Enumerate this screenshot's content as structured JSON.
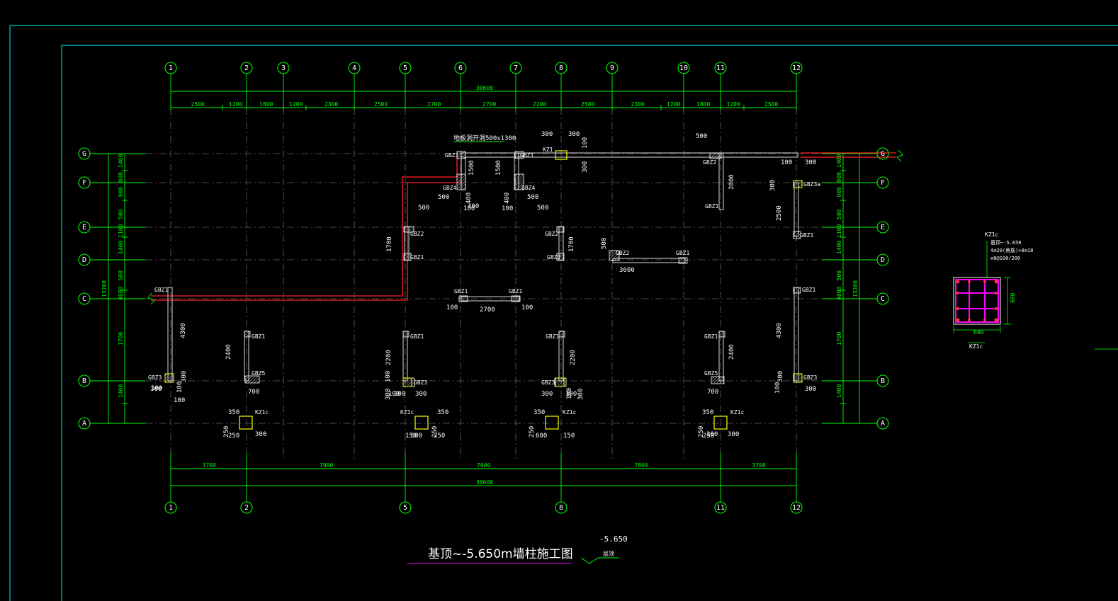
{
  "drawing": {
    "title": "基顶~-5.650m墙柱施工图",
    "elevation": "-5.650",
    "elevation_note": "层顶",
    "top_total": "30600",
    "bottom_total": "30600",
    "left_total": "13200",
    "right_total": "13200",
    "opening_note": "地板洞开洞500x1300"
  },
  "axes": {
    "top": [
      "1",
      "2",
      "3",
      "4",
      "5",
      "6",
      "7",
      "8",
      "9",
      "10",
      "11",
      "12"
    ],
    "bottom": [
      "1",
      "2",
      "5",
      "8",
      "11",
      "12"
    ],
    "rows": [
      "G",
      "F",
      "E",
      "D",
      "C",
      "B",
      "A"
    ]
  },
  "dimensions": {
    "top_spans": [
      "2500",
      "1200",
      "1800",
      "1200",
      "2300",
      "2500",
      "2700",
      "2700",
      "2200",
      "2500",
      "2300",
      "1200",
      "1800",
      "1200",
      "2500"
    ],
    "bottom_spans": [
      "3700",
      "7900",
      "7600",
      "7800",
      "3700"
    ],
    "left_spans": [
      "1400",
      "800",
      "900",
      "500",
      "1100",
      "1400",
      "500",
      "4800",
      "1700",
      "1400"
    ],
    "right_spans": [
      "1400",
      "800",
      "900",
      "500",
      "1100",
      "1400",
      "500",
      "4800",
      "1700",
      "1400"
    ]
  },
  "labels": {
    "gbz1": "GBZ1",
    "gbz2": "GBZ2",
    "gbz3": "GBZ3",
    "gbz3a": "GBZ3a",
    "gbz4": "GBZ4",
    "gbz5": "GBZ5",
    "kz1": "KZ1",
    "kz1c": "KZ1c",
    "d100": "100",
    "d150": "150",
    "d250": "250",
    "d300": "300",
    "d350": "350",
    "d400": "400",
    "d500": "500",
    "d600": "600",
    "d700": "700",
    "d1500": "1500",
    "d1700": "1700",
    "d2200": "2200",
    "d2400": "2400",
    "d2500": "2500",
    "d2700": "2700",
    "d2800": "2800",
    "d3600": "3600",
    "d4300": "4300"
  },
  "column_detail": {
    "title": "KZ1c",
    "note1": "基顶~-5.650",
    "note2": "4⌀20(角筋)+8⌀18",
    "note3": "⌀8@100/200",
    "width": "600",
    "height": "600",
    "caption": "KZ1c"
  },
  "colors": {
    "background": "#000000",
    "frame": "#00c8c8",
    "dimension": "#00ff00",
    "wall": "#ffffff",
    "boundary": "#ff2020",
    "column": "#ffff00",
    "hatch": "#ff00ff",
    "grid": "#555555",
    "title_underline": "#c000c0"
  }
}
